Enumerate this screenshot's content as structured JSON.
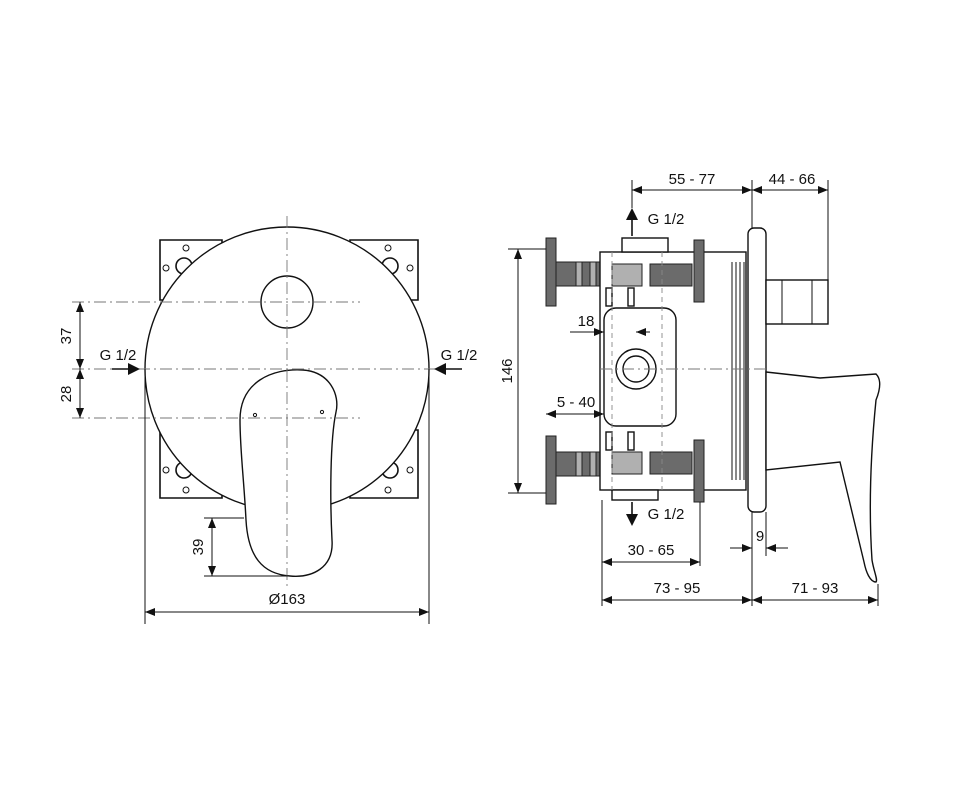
{
  "front_view": {
    "dim_37": "37",
    "dim_28": "28",
    "dim_39": "39",
    "dim_diameter": "Ø163",
    "inlet_left": "G 1/2",
    "inlet_right": "G 1/2"
  },
  "side_view": {
    "dim_55_77": "55 - 77",
    "dim_44_66": "44 - 66",
    "dim_146": "146",
    "dim_18": "18",
    "dim_5_40": "5 - 40",
    "dim_30_65": "30 - 65",
    "dim_9": "9",
    "dim_73_95": "73 - 95",
    "dim_71_93": "71 - 93",
    "outlet_top": "G 1/2",
    "outlet_bottom": "G 1/2"
  }
}
